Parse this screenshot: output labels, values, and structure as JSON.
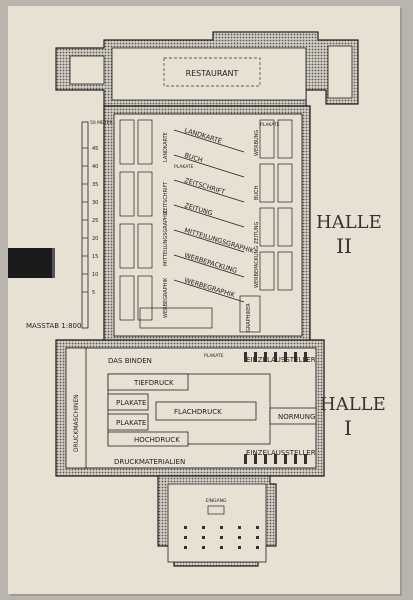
{
  "halls": {
    "halle2": {
      "title": "HALLE",
      "numeral": "II"
    },
    "halle1": {
      "title": "HALLE",
      "numeral": "I"
    }
  },
  "scale": {
    "label": "MASSTAB 1:800",
    "unit_label": "50 METER",
    "ticks": [
      "45",
      "40",
      "35",
      "30",
      "25",
      "20",
      "15",
      "10",
      "5"
    ]
  },
  "rooms": {
    "restaurant": "RESTAURANT",
    "eingang": "EINGANG",
    "einzelaussteller_top": "EINZELAUSSTELLER",
    "einzelaussteller_bottom": "EINZELAUSSTELLER",
    "das_binden": "DAS BINDEN",
    "tiefdruck": "TIEFDRUCK",
    "flachdruck": "FLACHDRUCK",
    "hochdruck": "HOCHDRUCK",
    "druckmaterialien": "DRUCKMATERIALIEN",
    "druckmaschinen": "DRUCKMASCHINEN",
    "normung": "NORMUNG",
    "plakate_a": "PLAKATE",
    "plakate_b": "PLAKATE",
    "graphiker": "GRAPHIKER"
  },
  "halle2_diagonal": [
    "LANDKARTE",
    "BUCH",
    "ZEITSCHRIFT",
    "ZEITUNG",
    "MITTEILUNGSGRAPHIK",
    "WERBEPACKUNG",
    "WERBEGRAPHIK"
  ],
  "halle2_left": [
    "LANDKARTE",
    "ZEITSCHRIFT",
    "MITTEILUNGSGRAPHIK",
    "WERBEGRAPHIK"
  ],
  "halle2_right": [
    "WERBUNG",
    "BUCH",
    "ZEITUNG",
    "WERBEPACKUNG"
  ],
  "small_labels": {
    "plakate_top": "PLAKATE",
    "plakate_mid": "PLAKATE",
    "plakate_h1": "PLAKATE"
  }
}
